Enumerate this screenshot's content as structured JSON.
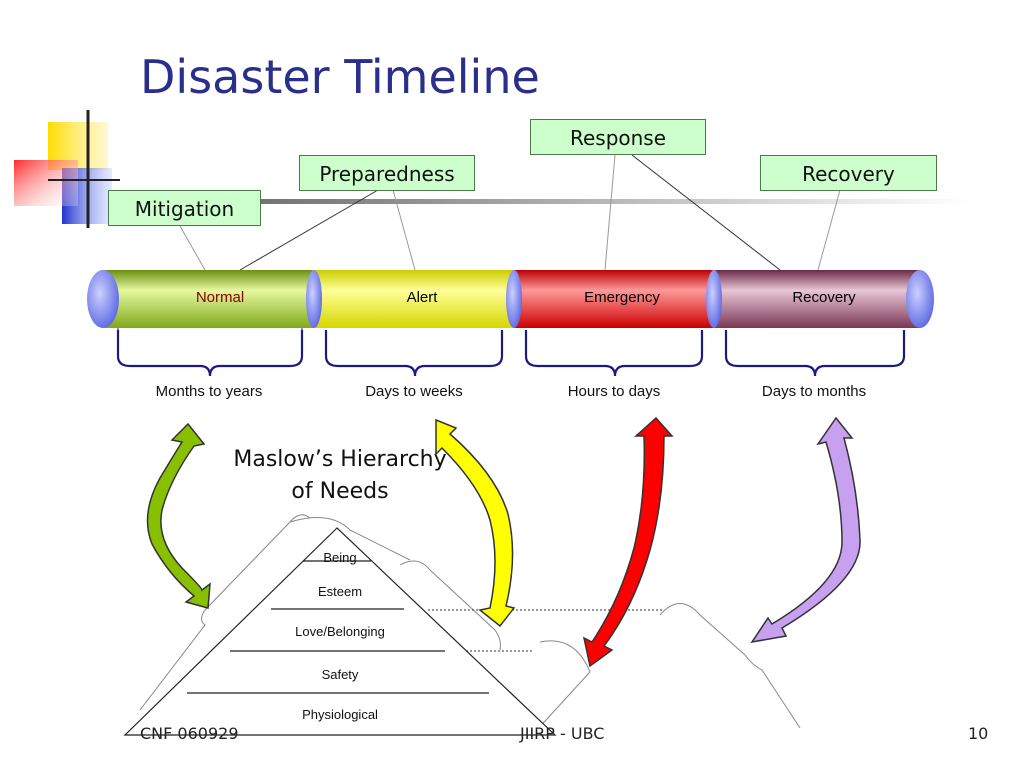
{
  "slide": {
    "title": "Disaster Timeline",
    "phases": [
      "Mitigation",
      "Preparedness",
      "Response",
      "Recovery"
    ],
    "segments": [
      {
        "label": "Normal",
        "text_color": "#8b0000",
        "color": "#a6cf3a"
      },
      {
        "label": "Alert",
        "text_color": "#111111",
        "color": "#f5f52a"
      },
      {
        "label": "Emergency",
        "text_color": "#111111",
        "color": "#ee2222"
      },
      {
        "label": "Recovery",
        "text_color": "#111111",
        "color": "#a85a78"
      }
    ],
    "durations": [
      "Months to years",
      "Days to weeks",
      "Hours to days",
      "Days to months"
    ],
    "maslow": {
      "title_line1": "Maslow’s Hierarchy",
      "title_line2": "of Needs",
      "levels": [
        "Being",
        "Esteem",
        "Love/Belonging",
        "Safety",
        "Physiological"
      ]
    },
    "footer": {
      "left": "CNF 060929",
      "center": "JIIRP - UBC",
      "page": "10"
    },
    "colors": {
      "title": "#2b2f8c",
      "phase_box": "#ccffcc",
      "arrow_green": "#88c000",
      "arrow_yellow": "#ffff00",
      "arrow_red": "#ee0000",
      "arrow_purple": "#c8a0f0"
    }
  }
}
